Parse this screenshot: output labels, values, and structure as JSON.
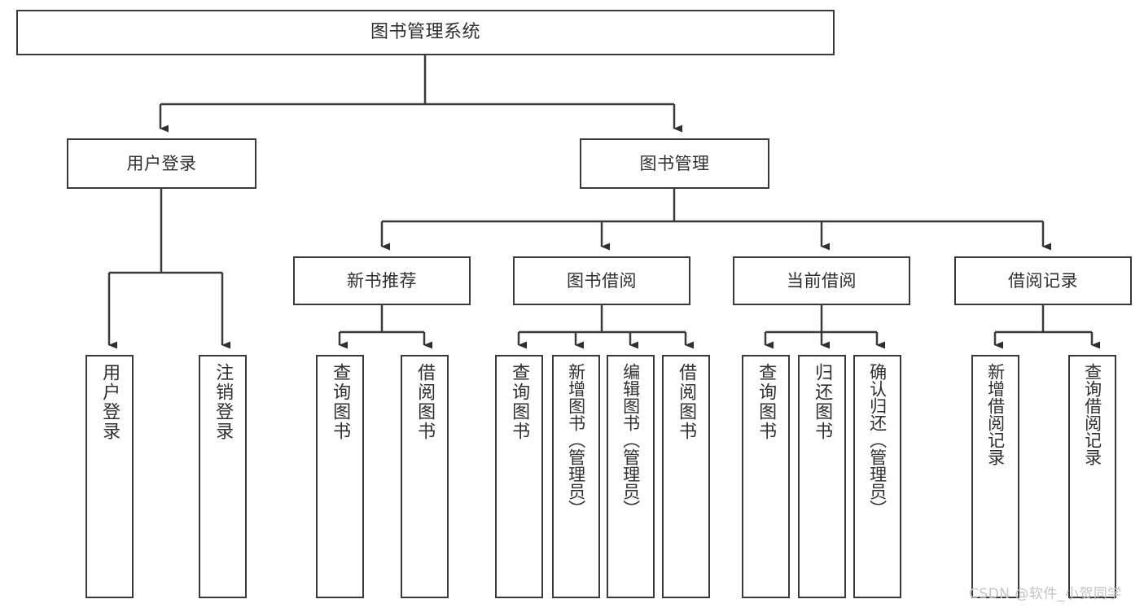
{
  "diagram": {
    "title": "图书管理系统",
    "type": "functional-structure-tree",
    "root": {
      "label": "图书管理系统"
    },
    "level1": [
      {
        "label": "用户登录"
      },
      {
        "label": "图书管理"
      }
    ],
    "level2": [
      {
        "label": "新书推荐"
      },
      {
        "label": "图书借阅"
      },
      {
        "label": "当前借阅"
      },
      {
        "label": "借阅记录"
      }
    ],
    "leaves": {
      "user_login": [
        {
          "label": "用户登录"
        },
        {
          "label": "注销登录"
        }
      ],
      "new_book_recommend": [
        {
          "label": "查询图书"
        },
        {
          "label": "借阅图书"
        }
      ],
      "book_borrow": [
        {
          "label": "查询图书"
        },
        {
          "label": "新增图书（管理员）"
        },
        {
          "label": "编辑图书（管理员）"
        },
        {
          "label": "借阅图书"
        }
      ],
      "current_borrow": [
        {
          "label": "查询图书"
        },
        {
          "label": "归还图书"
        },
        {
          "label": "确认归还（管理员）"
        }
      ],
      "borrow_record": [
        {
          "label": "新增借阅记录"
        },
        {
          "label": "查询借阅记录"
        }
      ]
    }
  },
  "watermark": {
    "text": "CSDN @软件_小贺同学"
  },
  "colors": {
    "stroke": "#3a3a3a",
    "text": "#2f2f2f",
    "background": "#ffffff",
    "watermark": "#c3c3c3"
  }
}
